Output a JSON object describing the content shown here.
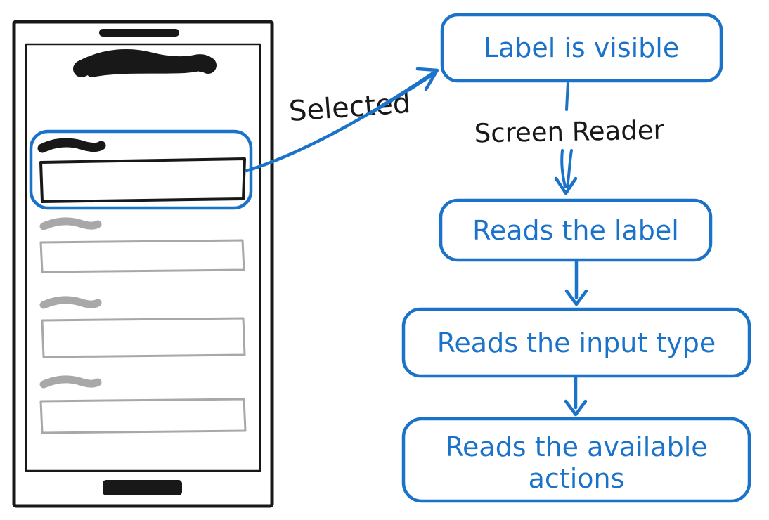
{
  "colors": {
    "accent": "#1b72c9",
    "ink": "#181818",
    "muted": "#a8a8a8"
  },
  "phone": {
    "selected_annotation": "Selected"
  },
  "flow": {
    "edge_label": "Screen Reader",
    "nodes": [
      {
        "lines": [
          "Label is visible"
        ]
      },
      {
        "lines": [
          "Reads the label"
        ]
      },
      {
        "lines": [
          "Reads the input type"
        ]
      },
      {
        "lines": [
          "Reads the available",
          "actions"
        ]
      }
    ]
  }
}
